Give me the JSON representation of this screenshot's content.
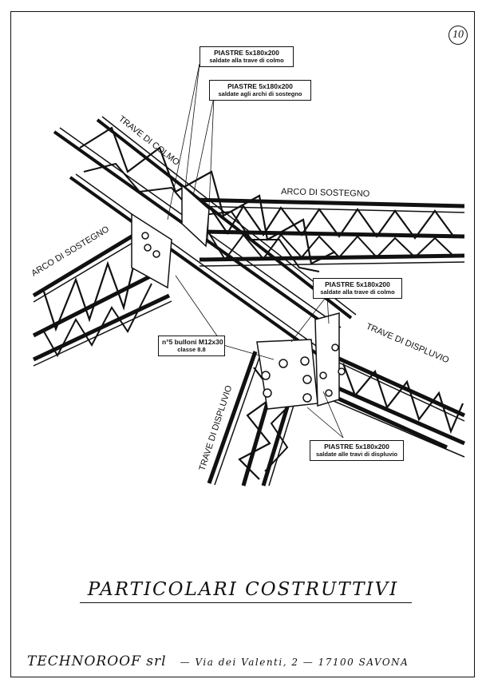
{
  "page_number": "10",
  "drawing_labels": {
    "trave_di_colmo": "TRAVE DI COLMO",
    "arco_di_sostegno_right": "ARCO DI SOSTEGNO",
    "arco_di_sostegno_left": "ARCO DI SOSTEGNO",
    "trave_di_displuvio_right": "TRAVE DI DISPLUVIO",
    "trave_di_displuvio_bottom": "TRAVE DI DISPLUVIO"
  },
  "callouts": [
    {
      "line1": "PIASTRE 5x180x200",
      "line2": "saldate alla trave di colmo"
    },
    {
      "line1": "PIASTRE 5x180x200",
      "line2": "saldate agli archi di sostegno"
    },
    {
      "line1": "PIASTRE 5x180x200",
      "line2": "saldate alla trave di colmo"
    },
    {
      "line1": "n°5 bulloni M12x30",
      "line2": "classe 8.8"
    },
    {
      "line1": "PIASTRE 5x180x200",
      "line2": "saldate alle travi di displuvio"
    }
  ],
  "title": "PARTICOLARI COSTRUTTIVI",
  "footer": {
    "company": "TECHNOROOF srl",
    "address": "—  Via dei Valenti, 2  —  17100  SAVONA"
  }
}
